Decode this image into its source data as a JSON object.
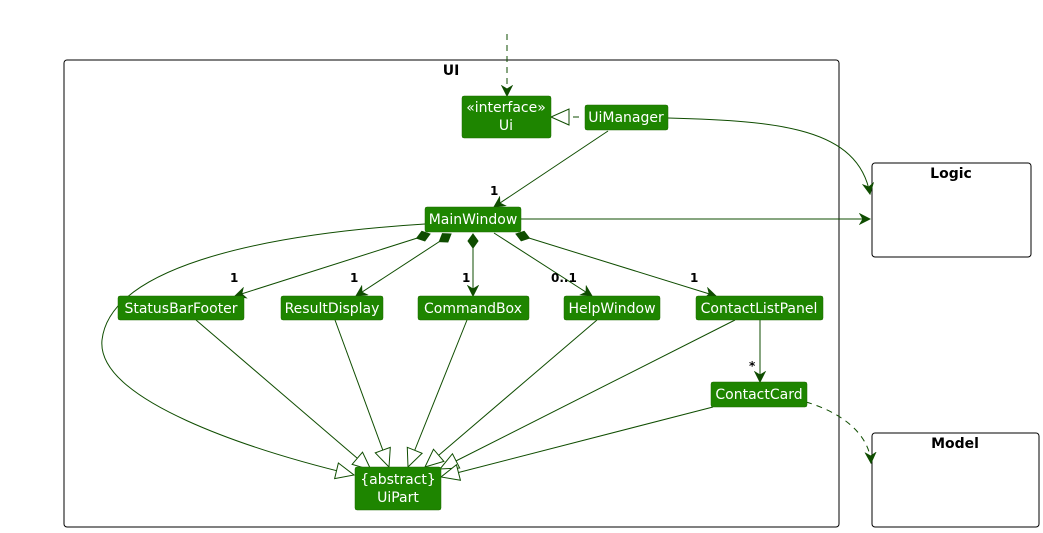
{
  "packages": {
    "ui": "UI",
    "logic": "Logic",
    "model": "Model"
  },
  "nodes": {
    "ui": {
      "stereotype": "«interface»",
      "name": "Ui"
    },
    "ui_manager": "UiManager",
    "main_window": "MainWindow",
    "status_bar_footer": "StatusBarFooter",
    "result_display": "ResultDisplay",
    "command_box": "CommandBox",
    "help_window": "HelpWindow",
    "contact_list_panel": "ContactListPanel",
    "contact_card": "ContactCard",
    "ui_part": {
      "stereotype": "{abstract}",
      "name": "UiPart"
    }
  },
  "multiplicities": {
    "ui_manager_to_main_window": "1",
    "main_window_to_status_bar_footer": "1",
    "main_window_to_result_display": "1",
    "main_window_to_command_box": "1",
    "main_window_to_help_window": "0..1",
    "main_window_to_contact_list_panel": "1",
    "contact_list_panel_to_contact_card": "*"
  },
  "colors": {
    "node_fill": "#1e8500",
    "node_text": "#ffffff",
    "edge": "#0f4d00",
    "package_border": "#000000"
  }
}
